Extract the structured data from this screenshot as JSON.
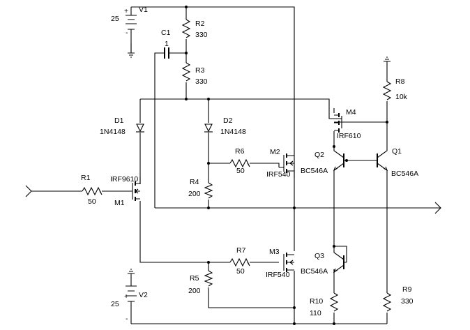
{
  "components": {
    "v1": {
      "name": "V1",
      "value": "25"
    },
    "v2": {
      "name": "V2",
      "value": "25"
    },
    "c1": {
      "name": "C1",
      "value": "1"
    },
    "r1": {
      "name": "R1",
      "value": "50"
    },
    "r2": {
      "name": "R2",
      "value": "330"
    },
    "r3": {
      "name": "R3",
      "value": "330"
    },
    "r4": {
      "name": "R4",
      "value": "200"
    },
    "r5": {
      "name": "R5",
      "value": "200"
    },
    "r6": {
      "name": "R6",
      "value": "50"
    },
    "r7": {
      "name": "R7",
      "value": "50"
    },
    "r8": {
      "name": "R8",
      "value": "10k"
    },
    "r9": {
      "name": "R9",
      "value": "330"
    },
    "r10": {
      "name": "R10",
      "value": "110"
    },
    "d1": {
      "name": "D1",
      "value": "1N4148"
    },
    "d2": {
      "name": "D2",
      "value": "1N4148"
    },
    "m1": {
      "name": "M1",
      "value": "IRF9610"
    },
    "m2": {
      "name": "M2",
      "value": "IRF540"
    },
    "m3": {
      "name": "M3",
      "value": "IRF540"
    },
    "m4": {
      "name": "M4",
      "value": "IRF610"
    },
    "q1": {
      "name": "Q1",
      "value": "BC546A"
    },
    "q2": {
      "name": "Q2",
      "value": "BC546A"
    },
    "q3": {
      "name": "Q3",
      "value": "BC546A"
    }
  },
  "polarity": {
    "plus": "+",
    "minus": "-"
  }
}
